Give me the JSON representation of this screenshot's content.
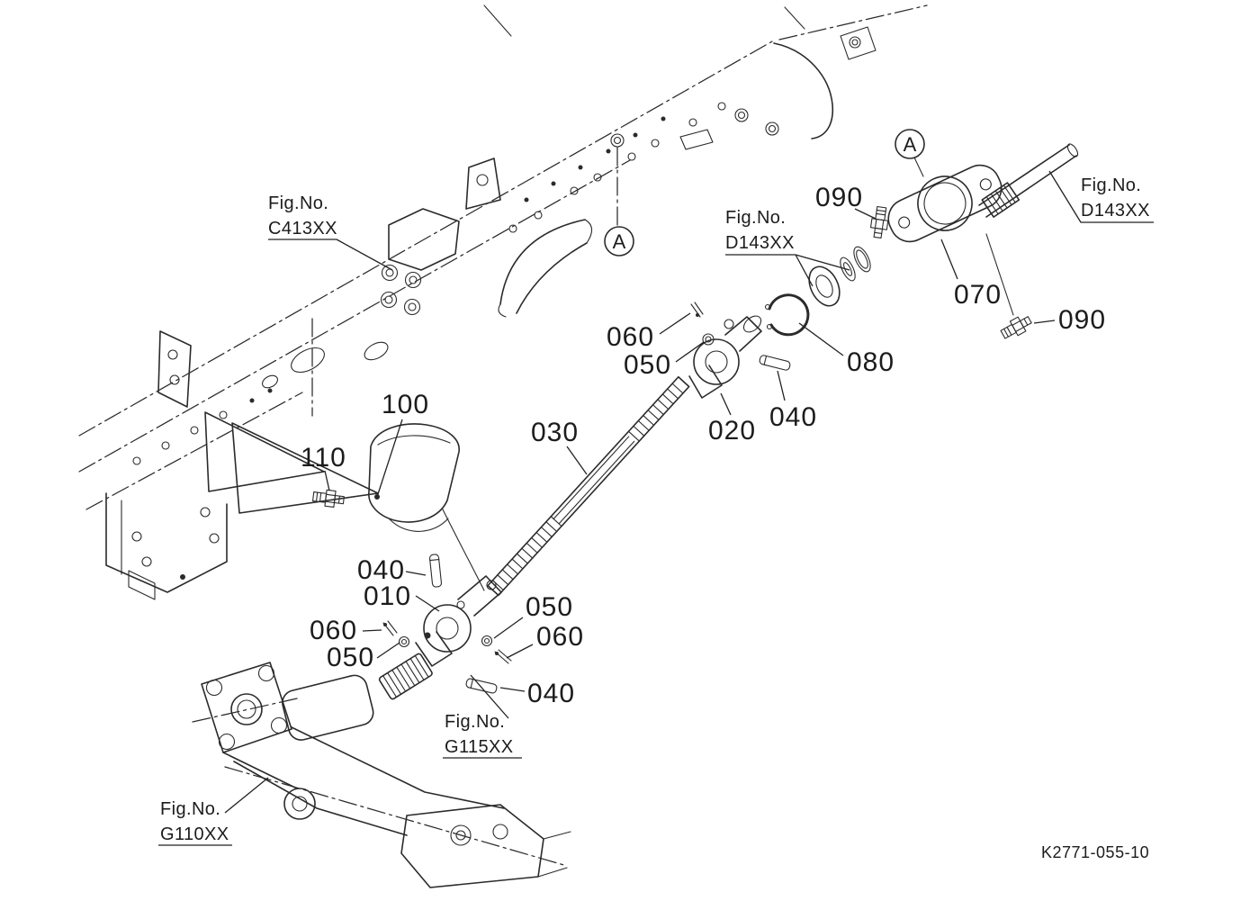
{
  "page": {
    "background": "#ffffff",
    "ink": "#2b2b2b"
  },
  "drawing_code": "K2771-055-10",
  "detail_markers": [
    {
      "id": "a-mid",
      "text": "A"
    },
    {
      "id": "a-top",
      "text": "A"
    }
  ],
  "fig_refs": [
    {
      "id": "c413",
      "line1": "Fig.No.",
      "line2": "C413XX"
    },
    {
      "id": "d143-mid",
      "line1": "Fig.No.",
      "line2": "D143XX"
    },
    {
      "id": "d143-right",
      "line1": "Fig.No.",
      "line2": "D143XX"
    },
    {
      "id": "g115",
      "line1": "Fig.No.",
      "line2": "G115XX"
    },
    {
      "id": "g110",
      "line1": "Fig.No.",
      "line2": "G110XX"
    }
  ],
  "callouts": [
    {
      "id": "090-top",
      "text": "090"
    },
    {
      "id": "070",
      "text": "070"
    },
    {
      "id": "090-right",
      "text": "090"
    },
    {
      "id": "060-upper",
      "text": "060"
    },
    {
      "id": "050-upper",
      "text": "050"
    },
    {
      "id": "080",
      "text": "080"
    },
    {
      "id": "100",
      "text": "100"
    },
    {
      "id": "030",
      "text": "030"
    },
    {
      "id": "020",
      "text": "020"
    },
    {
      "id": "040-upper",
      "text": "040"
    },
    {
      "id": "110",
      "text": "110"
    },
    {
      "id": "040-mid",
      "text": "040"
    },
    {
      "id": "010",
      "text": "010"
    },
    {
      "id": "050-right",
      "text": "050"
    },
    {
      "id": "060-left",
      "text": "060"
    },
    {
      "id": "060-right",
      "text": "060"
    },
    {
      "id": "050-left",
      "text": "050"
    },
    {
      "id": "040-bottom",
      "text": "040"
    }
  ]
}
